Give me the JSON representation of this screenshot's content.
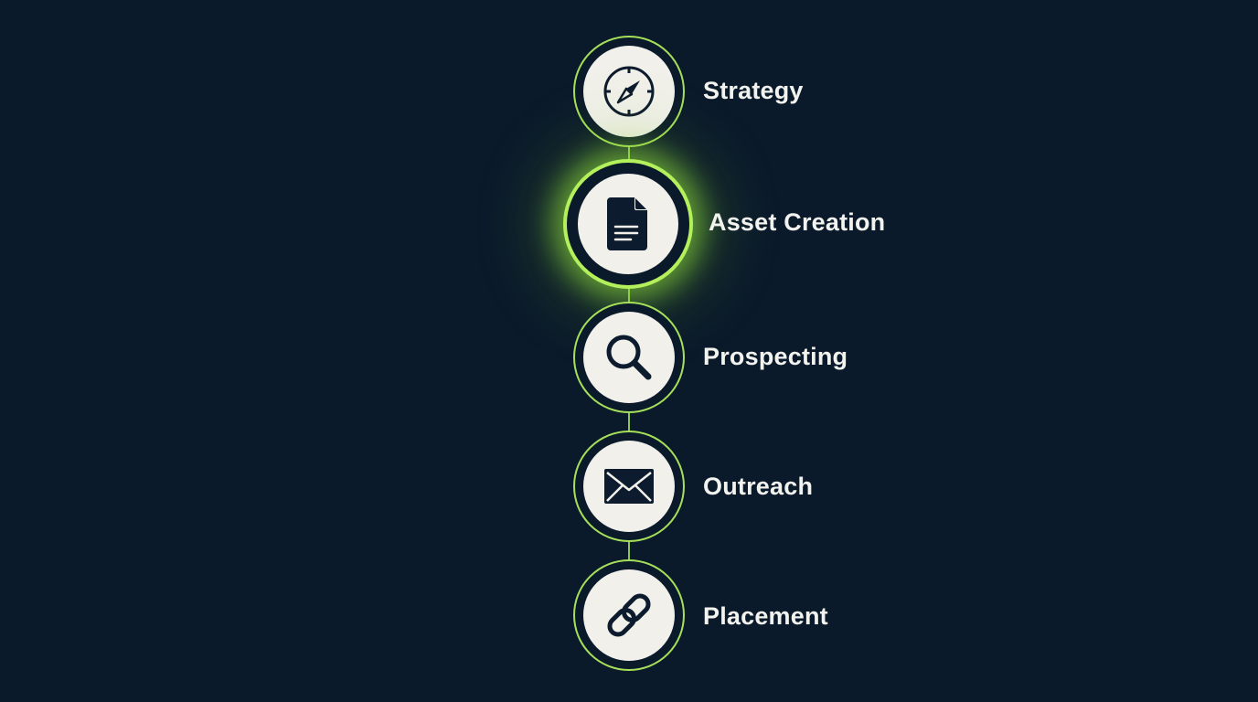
{
  "steps": [
    {
      "label": "Strategy",
      "icon": "compass-icon",
      "active": false
    },
    {
      "label": "Asset Creation",
      "icon": "document-icon",
      "active": true
    },
    {
      "label": "Prospecting",
      "icon": "magnifier-icon",
      "active": false
    },
    {
      "label": "Outreach",
      "icon": "envelope-icon",
      "active": false
    },
    {
      "label": "Placement",
      "icon": "link-icon",
      "active": false
    }
  ],
  "colors": {
    "background": "#0b1a2b",
    "accent": "#a6e05a",
    "disc": "#f1f0ea",
    "icon": "#0d1b2e",
    "text": "#f2f2ee"
  }
}
